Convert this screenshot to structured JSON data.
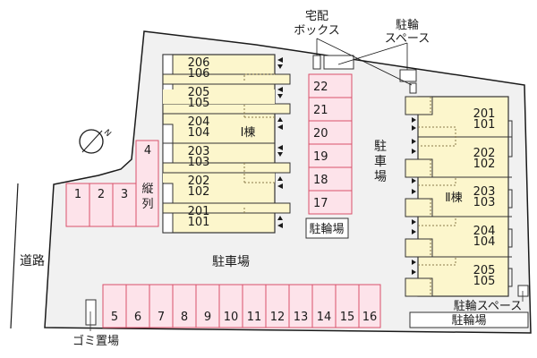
{
  "colors": {
    "lot_fill": "#f1f1f1",
    "lot_border": "#1a1a1a",
    "building_fill": "#fcf6cc",
    "building_border": "#333333",
    "parking_fill": "#fde3ea",
    "parking_border": "#d9506a"
  },
  "labels": {
    "road": "道路",
    "parking_lot_main": "駐車場",
    "parking_lot_center": "駐車場",
    "delivery_box_line1": "宅配",
    "delivery_box_line2": "ボックス",
    "bike_space_top_line1": "駐輪",
    "bike_space_top_line2": "スペース",
    "bike_parking_center": "駐輪場",
    "bike_space_bottom": "駐輪スペース",
    "bike_parking_bottom": "駐輪場",
    "garbage": "ゴミ置場",
    "compass_north": "N",
    "tandem_line1": "縦",
    "tandem_line2": "列"
  },
  "building1": {
    "name": "Ⅰ棟",
    "units": [
      {
        "upper": "206",
        "lower": "106"
      },
      {
        "upper": "205",
        "lower": "105"
      },
      {
        "upper": "204",
        "lower": "104"
      },
      {
        "upper": "203",
        "lower": "103"
      },
      {
        "upper": "202",
        "lower": "102"
      },
      {
        "upper": "201",
        "lower": "101"
      }
    ]
  },
  "building2": {
    "name": "Ⅱ棟",
    "units": [
      {
        "upper": "201",
        "lower": "101"
      },
      {
        "upper": "202",
        "lower": "102"
      },
      {
        "upper": "203",
        "lower": "103"
      },
      {
        "upper": "204",
        "lower": "104"
      },
      {
        "upper": "205",
        "lower": "105"
      }
    ]
  },
  "parking": {
    "left_row": [
      "1",
      "2",
      "3"
    ],
    "tandem": "4",
    "bottom_row": [
      "5",
      "6",
      "7",
      "8",
      "9",
      "10",
      "11",
      "12",
      "13",
      "14",
      "15",
      "16"
    ],
    "center_column": [
      "22",
      "21",
      "20",
      "19",
      "18",
      "17"
    ]
  }
}
